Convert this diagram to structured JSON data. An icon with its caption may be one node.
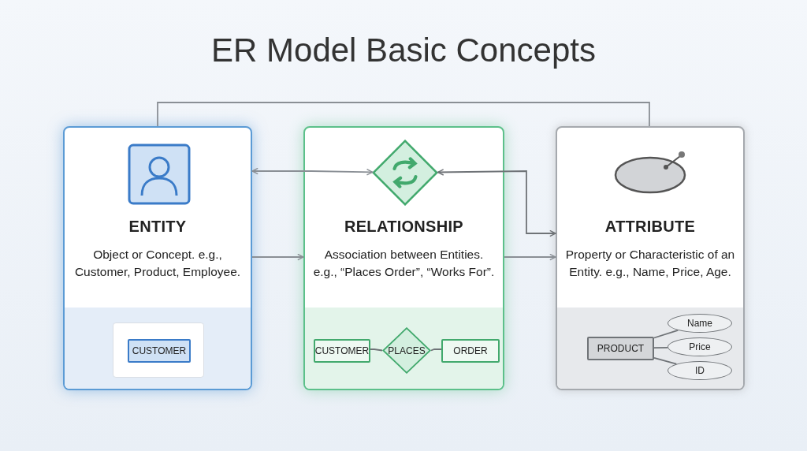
{
  "diagram": {
    "title": "ER Model Basic Concepts",
    "nodes": [
      {
        "text": [
          "ENTITY",
          "Object or Concept. e.g., Customer, Product, Employee."
        ]
      },
      {
        "text": [
          "CUSTOMER"
        ],
        "in": 0
      },
      {
        "text": [
          "RELATIONSHIP",
          "Association between Entities. e.g., “Places Order”, “Works For”."
        ]
      },
      {
        "text": [],
        "shape": "diamond",
        "in": 2
      },
      {
        "text": [
          "CUSTOMER"
        ],
        "in": 2
      },
      {
        "text": [
          "PLACES"
        ],
        "in": 2
      },
      {
        "text": [
          "ORDER"
        ],
        "in": 2
      },
      {
        "text": [
          "ATTRIBUTE",
          "Property or Characteristic of an Entity. e.g., Name, Price, Age."
        ]
      },
      {
        "text": [
          "PRODUCT"
        ],
        "in": 7
      },
      {
        "text": [
          "Name"
        ],
        "in": 7
      },
      {
        "text": [
          "Price"
        ],
        "in": 7
      },
      {
        "text": [
          "ID"
        ],
        "in": 7
      }
    ],
    "edges": [
      {
        "from": 0,
        "to": 7,
        "arrow": "none"
      },
      {
        "from": 0,
        "to": 3,
        "arrow": "both"
      },
      {
        "from": 3,
        "to": 7,
        "arrow": "both"
      },
      {
        "from": 0,
        "to": 2,
        "arrow": "to"
      },
      {
        "from": 2,
        "to": 7,
        "arrow": "to"
      },
      {
        "from": 4,
        "to": 5,
        "arrow": "none"
      },
      {
        "from": 5,
        "to": 6,
        "arrow": "none"
      },
      {
        "from": 8,
        "to": 9,
        "arrow": "none"
      },
      {
        "from": 8,
        "to": 10,
        "arrow": "none"
      },
      {
        "from": 8,
        "to": 11,
        "arrow": "none"
      }
    ]
  }
}
